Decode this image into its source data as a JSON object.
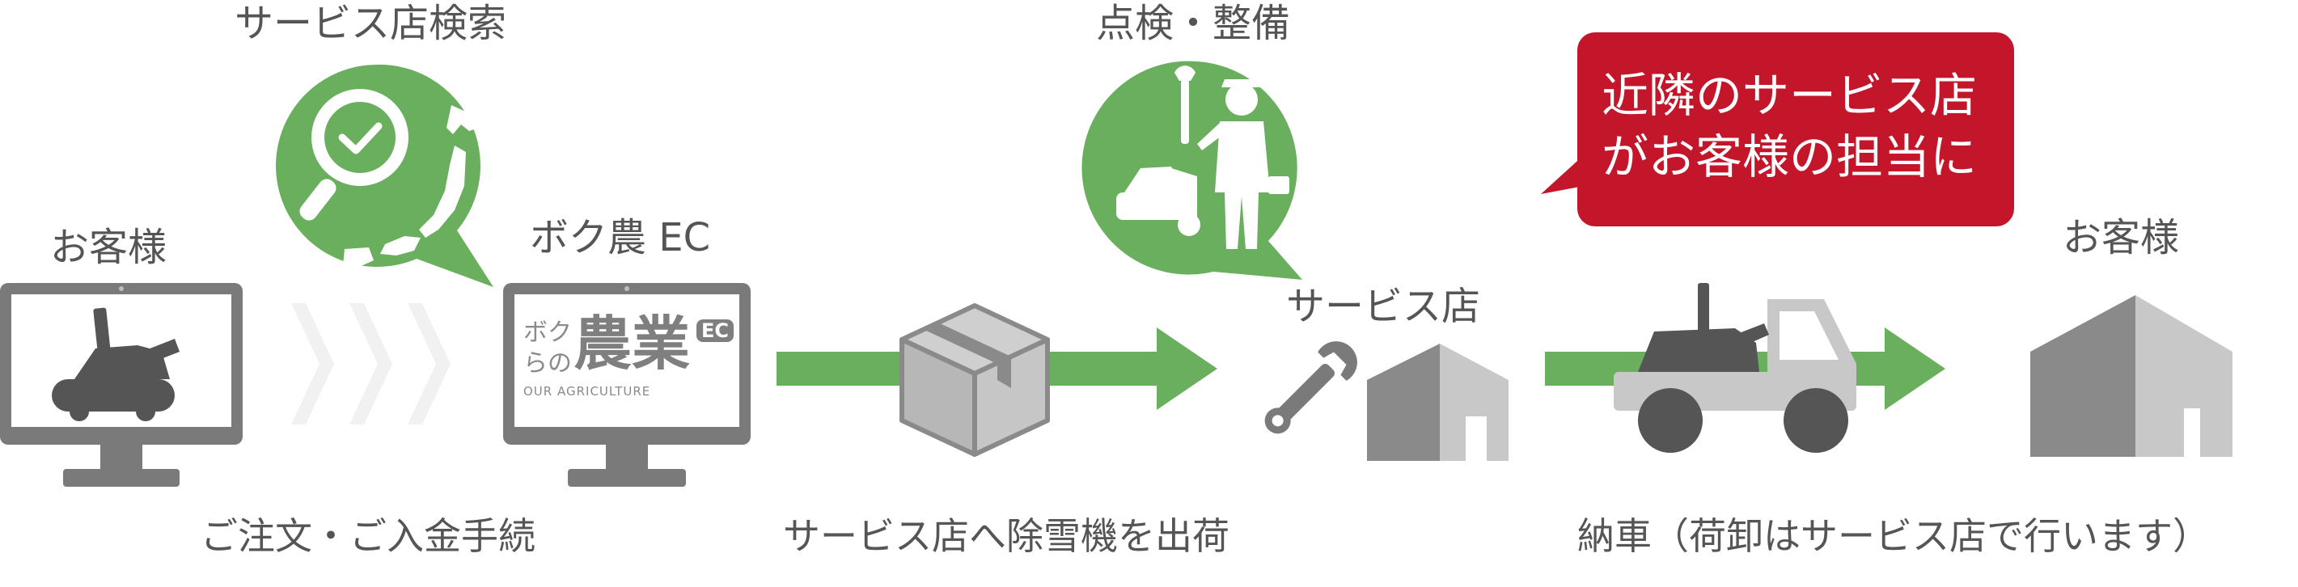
{
  "steps": {
    "customer_left_label": "お客様",
    "search_label": "サービス店検索",
    "ec_label": "ボク農 EC",
    "order_caption": "ご注文・ご入金手続",
    "inspection_label": "点検・整備",
    "service_shop_label": "サービス店",
    "ship_caption": "サービス店へ除雪機を出荷",
    "customer_right_label": "お客様",
    "delivery_caption": "納車（荷卸はサービス店で行います）"
  },
  "callout": {
    "line1": "近隣のサービス店",
    "line2": "がお客様の担当に"
  },
  "ec_logo": {
    "kana_top": "ボク",
    "kana_bottom": "らの",
    "kanji": "農業",
    "badge": "EC",
    "tagline": "OUR AGRICULTURE"
  },
  "colors": {
    "green": "#6aaf5e",
    "gray": "#7a7a7a",
    "light_gray": "#c4c4c4",
    "red": "#c4162a"
  }
}
